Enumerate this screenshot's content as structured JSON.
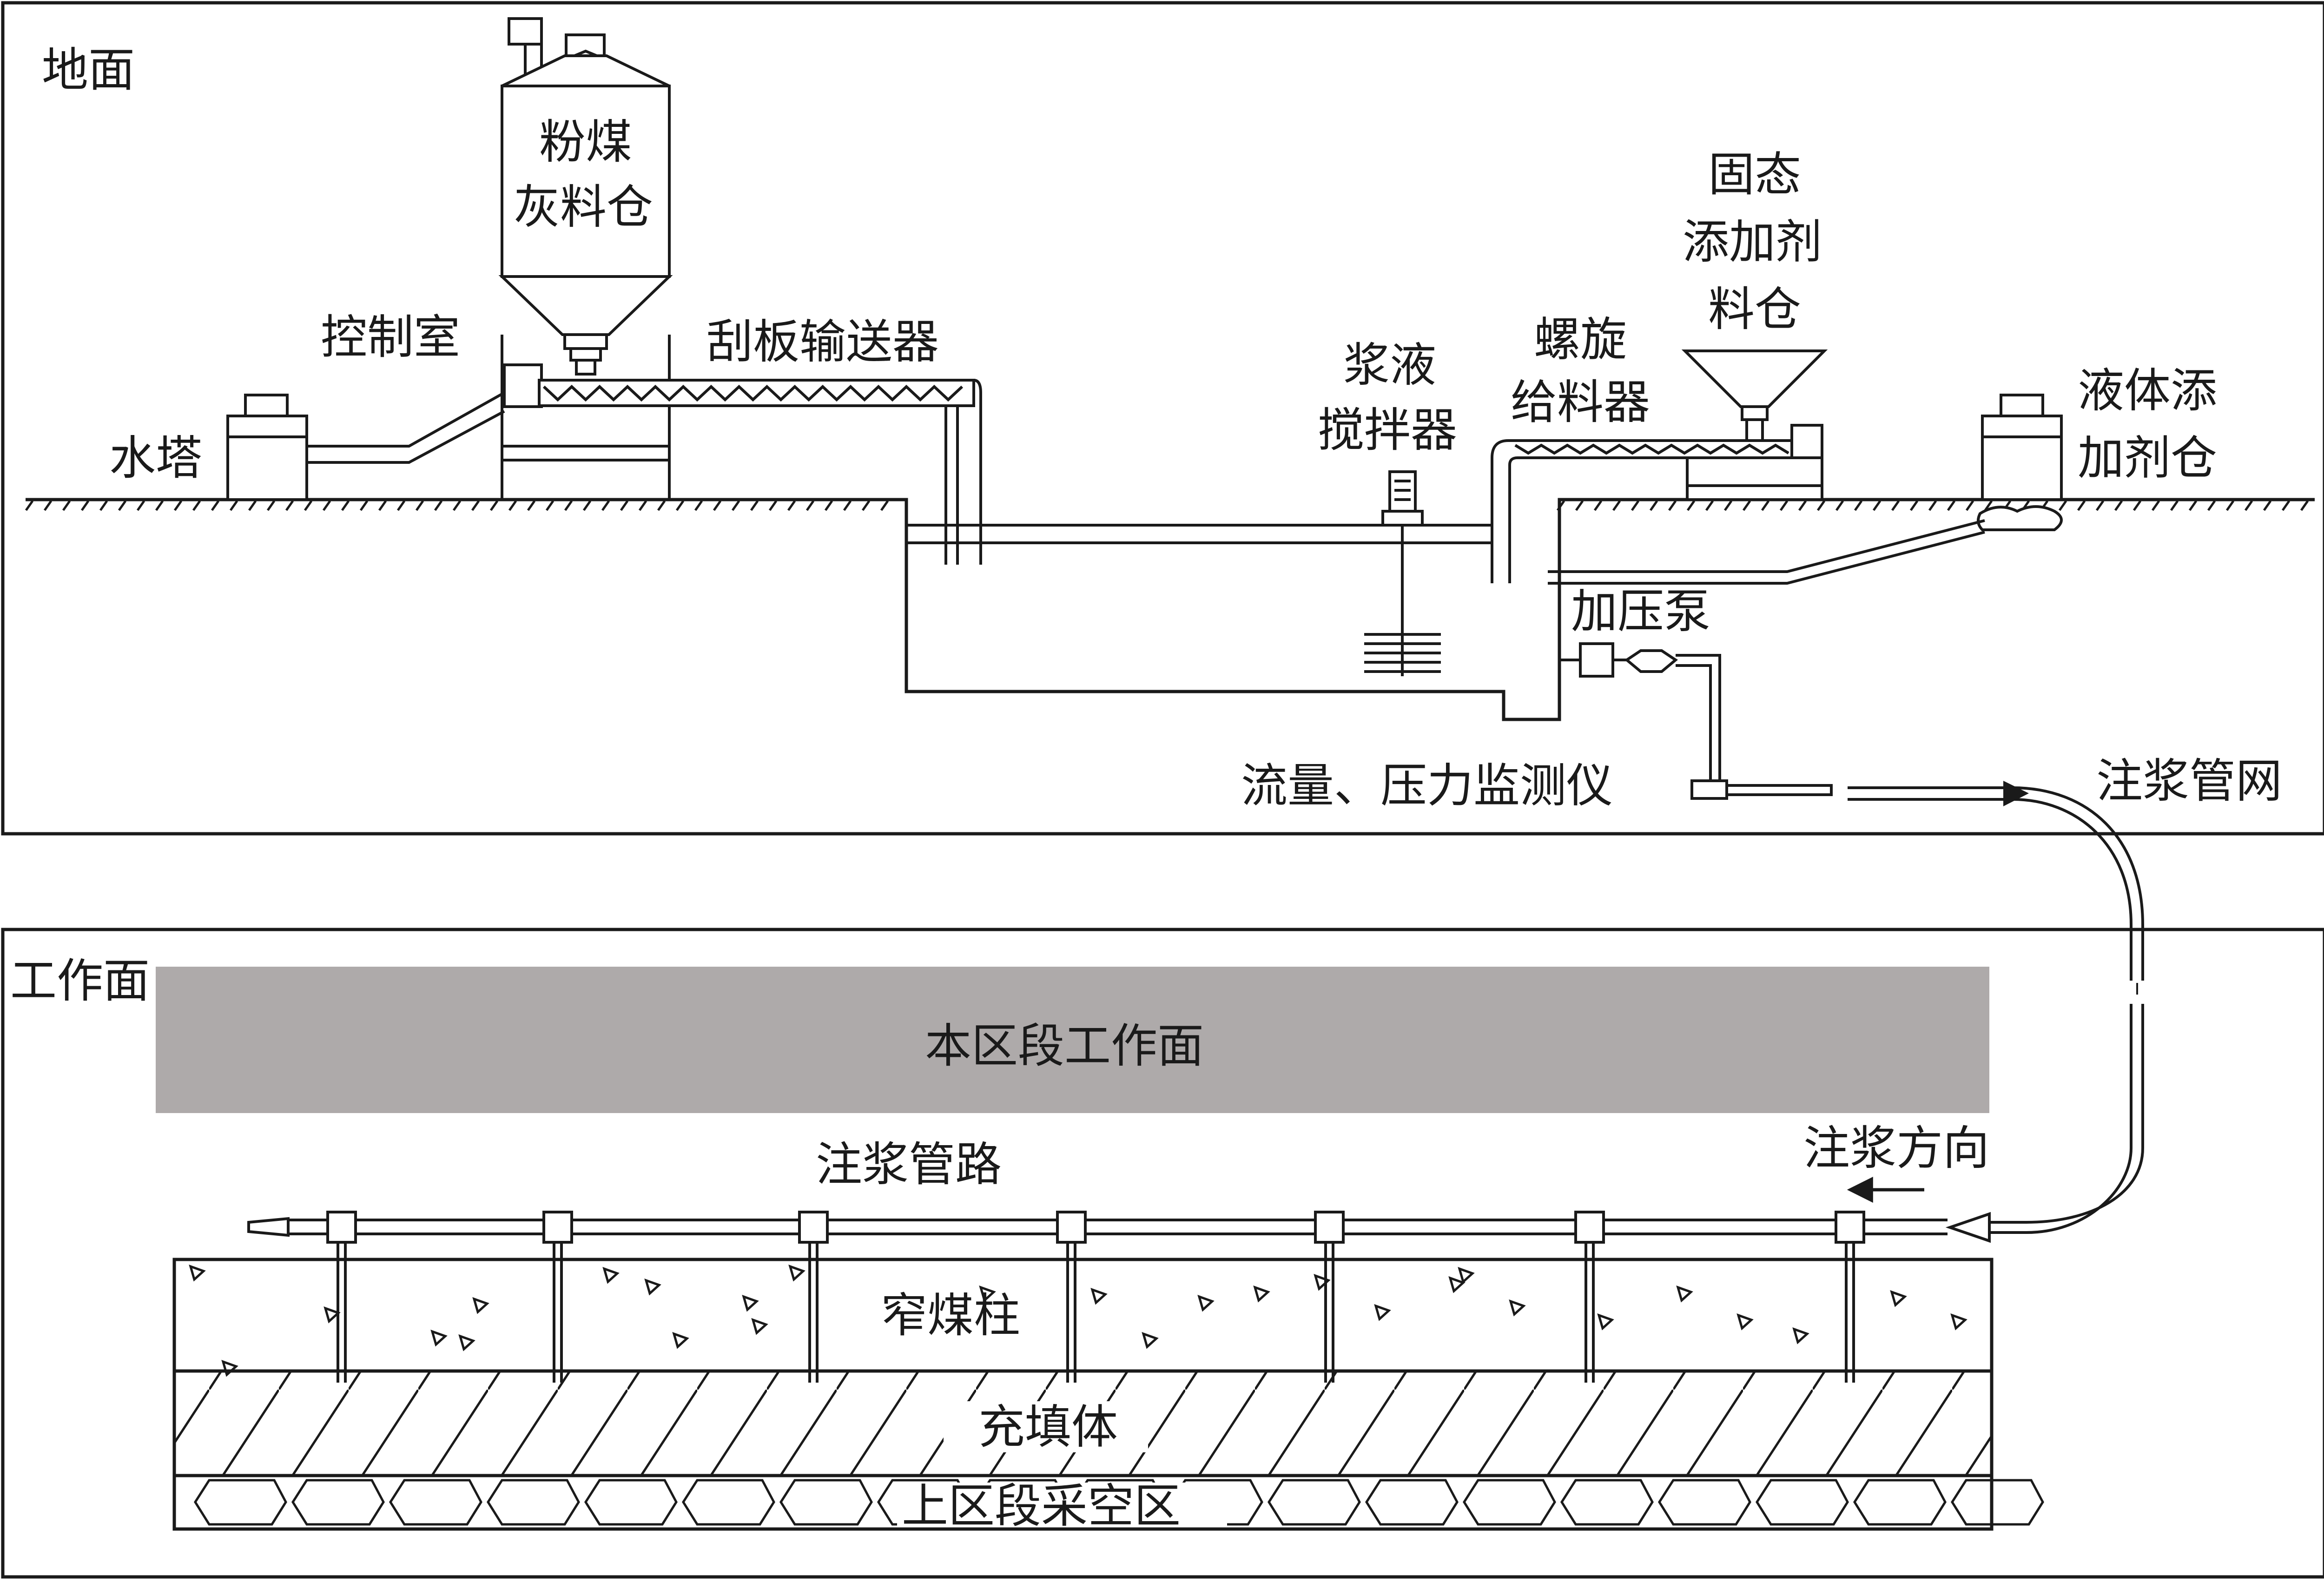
{
  "colors": {
    "ink": "#1a1a1a",
    "face_fill": "#aeaaaa",
    "background": "#ffffff"
  },
  "panels": {
    "surface_label": "地面",
    "workface_label": "工作面"
  },
  "labels": {
    "silo_line1": "粉煤",
    "silo_line2": "灰料仓",
    "control_room": "控制室",
    "water_tower": "水塔",
    "scraper_conveyor": "刮板输送器",
    "mixer_line1": "浆液",
    "mixer_line2": "搅拌器",
    "screw_feeder_line1": "螺旋",
    "screw_feeder_line2": "给料器",
    "solid_additive_line1": "固态",
    "solid_additive_line2": "添加剂",
    "solid_additive_line3": "料仓",
    "liquid_additive_line1": "液体添",
    "liquid_additive_line2": "加剂仓",
    "pump": "加压泵",
    "monitor": "流量、压力监测仪",
    "grout_network": "注浆管网",
    "working_face_band": "本区段工作面",
    "grouting_pipeline": "注浆管路",
    "grouting_direction": "注浆方向",
    "coal_pillar": "窄煤柱",
    "backfill": "充填体",
    "goaf": "上区段采空区"
  },
  "icons": [
    "silo-icon",
    "water-tower-icon",
    "control-room-icon",
    "conveyor-icon",
    "mixer-icon",
    "hopper-icon",
    "pump-icon",
    "monitor-icon",
    "flow-arrow-icon"
  ]
}
